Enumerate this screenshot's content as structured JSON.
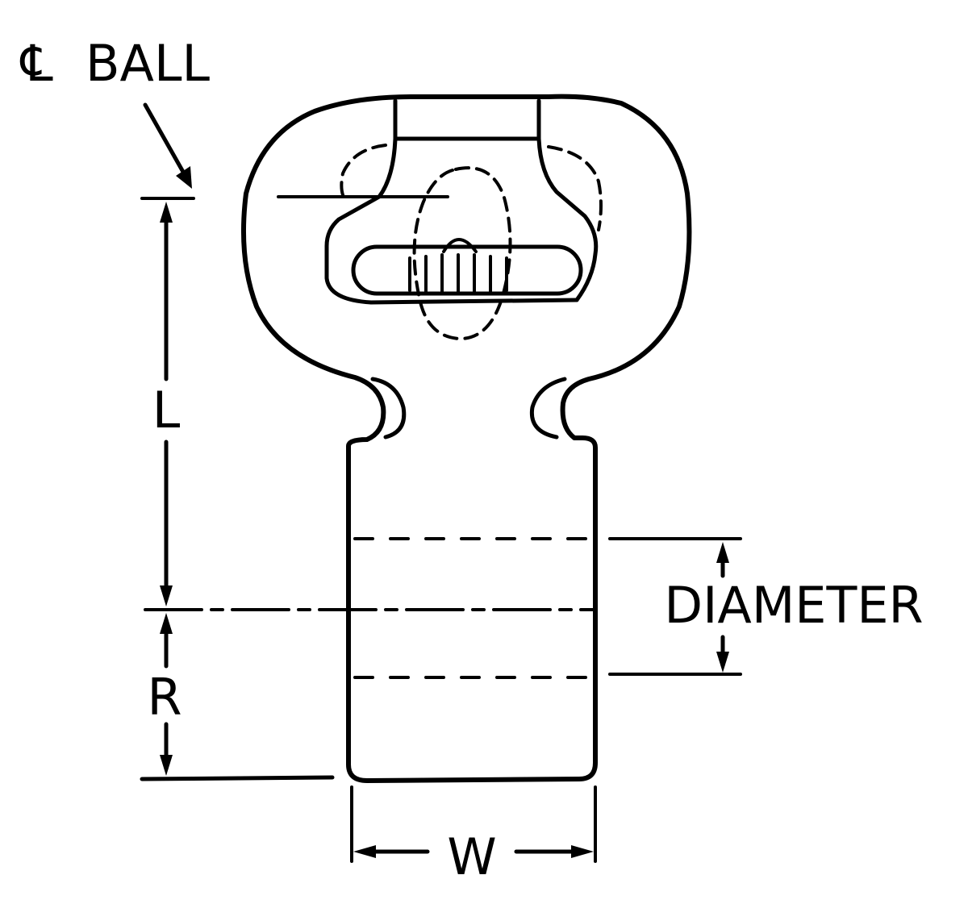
{
  "labels": {
    "centerline_symbol": "℄",
    "ball": "BALL",
    "length": "L",
    "radius": "R",
    "diameter": "DIAMETER",
    "width": "W"
  },
  "colors": {
    "ink": "#000000",
    "paper": "#ffffff"
  }
}
